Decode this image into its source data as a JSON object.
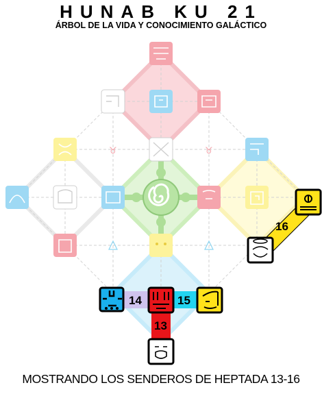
{
  "header": {
    "title": "HUNAB KU 21",
    "subtitle": "ÁRBOL DE LA VIDA Y CONOCIMIENTO GALÁCTICO"
  },
  "caption": "MOSTRANDO LOS SENDEROS DE HEPTADA 13-16",
  "paths": [
    {
      "number": "13",
      "color": "#e8151a"
    },
    {
      "number": "14",
      "color": "#cfc3ee"
    },
    {
      "number": "15",
      "color": "#22d4f0"
    },
    {
      "number": "16",
      "color": "#ffe21a"
    }
  ],
  "colors": {
    "red": "#e8151a",
    "white": "#ffffff",
    "blue": "#1ab0ee",
    "yellow": "#ffe21a",
    "green": "#9ad77e"
  }
}
